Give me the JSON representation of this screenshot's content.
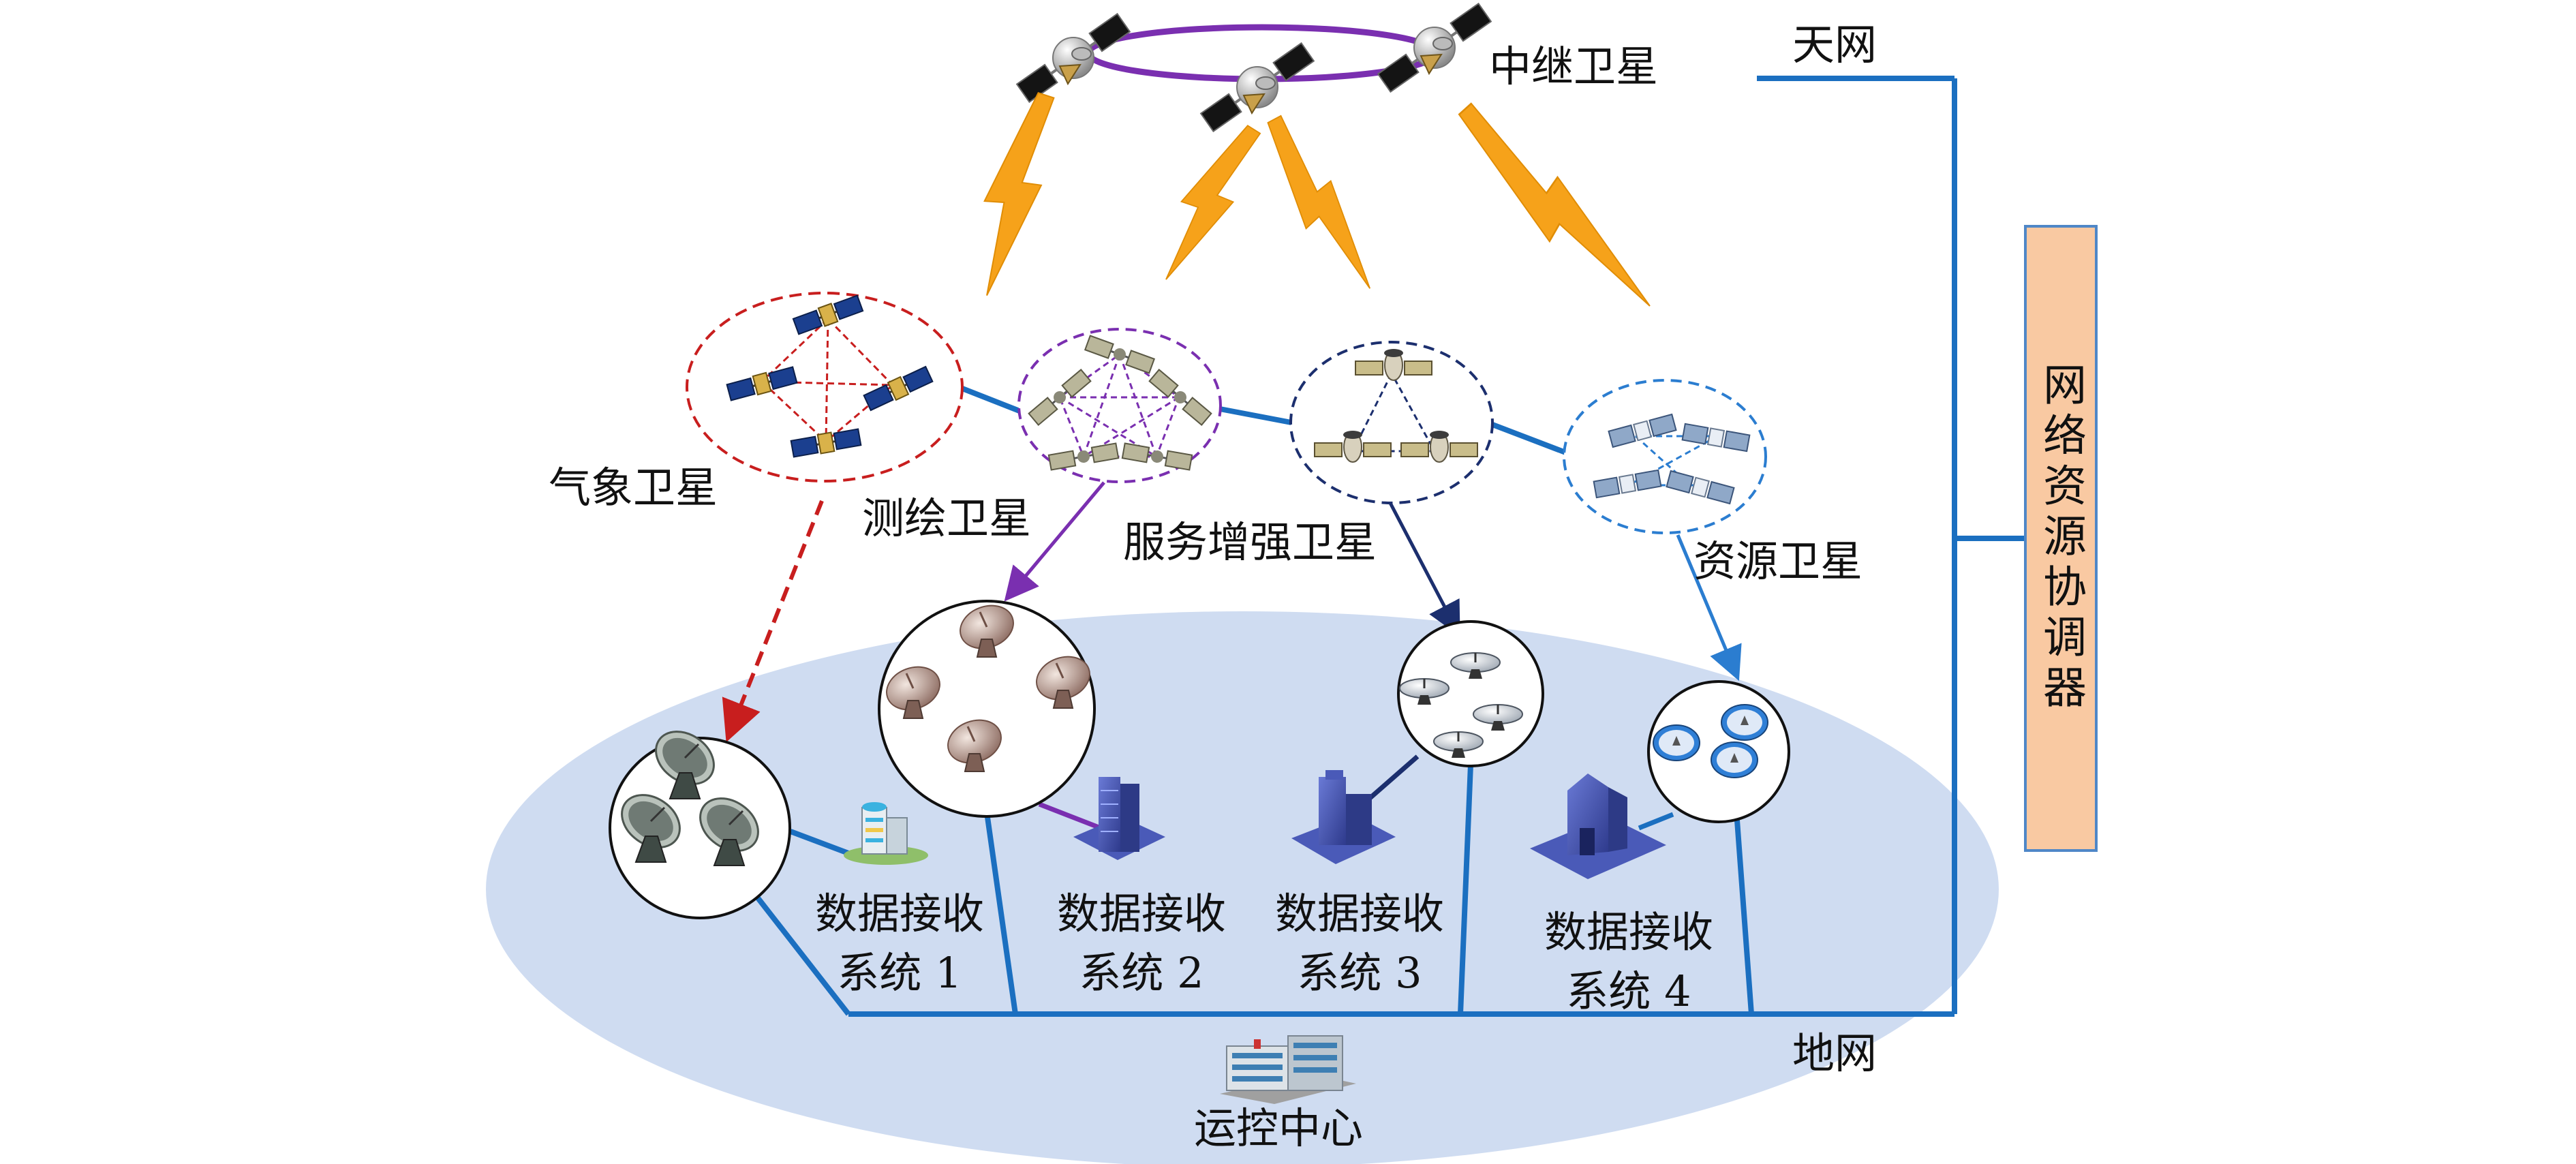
{
  "labels": {
    "relay": "中继卫星",
    "sky_net": "天网",
    "ground_net": "地网",
    "weather": "气象卫星",
    "survey": "测绘卫星",
    "augment": "服务增强卫星",
    "resource": "资源卫星",
    "control_center": "运控中心",
    "coordinator": "网络资源协调器"
  },
  "receivers": [
    {
      "line1": "数据接收",
      "line2": "系统 1"
    },
    {
      "line1": "数据接收",
      "line2": "系统 2"
    },
    {
      "line1": "数据接收",
      "line2": "系统 3"
    },
    {
      "line1": "数据接收",
      "line2": "系统 4"
    }
  ],
  "colors": {
    "ground_ellipse": "#cfdcf1",
    "network_line": "#1b6fc0",
    "relay_ring": "#7a2fb0",
    "lightning": "#f6a21a",
    "weather_link": "#c81e1e",
    "survey_link": "#7a2fb0",
    "augment_link": "#1c2f6e",
    "resource_link": "#2b7dd0",
    "coordinator_fill": "#f9c9a2",
    "coordinator_border": "#4f87c7"
  }
}
